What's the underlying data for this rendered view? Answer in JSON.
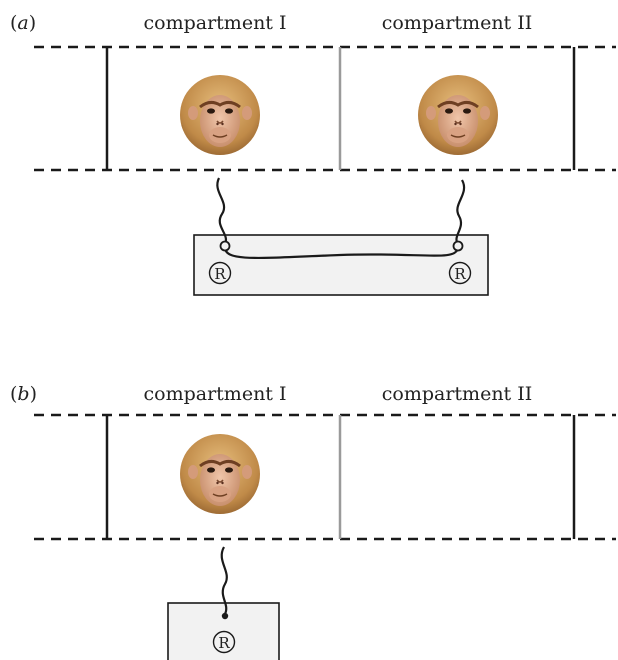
{
  "panels": {
    "a": {
      "label_open": "(",
      "label_letter": "a",
      "label_close": ")",
      "compartment_1": "compartment I",
      "compartment_2": "compartment II",
      "left_receiver_symbol": "R",
      "right_receiver_symbol": "R"
    },
    "b": {
      "label_open": "(",
      "label_letter": "b",
      "label_close": ")",
      "compartment_1": "compartment I",
      "compartment_2": "compartment II",
      "receiver_symbol": "R"
    }
  },
  "icons": [
    "monkey-face-icon",
    "registered-r-icon"
  ],
  "colors": {
    "line": "#1a1a1a",
    "divider": "#9a9a9a",
    "box_fill": "#f2f2f2",
    "fur_light": "#d9a865",
    "fur_mid": "#b57a3c",
    "skin": "#e3b495"
  }
}
